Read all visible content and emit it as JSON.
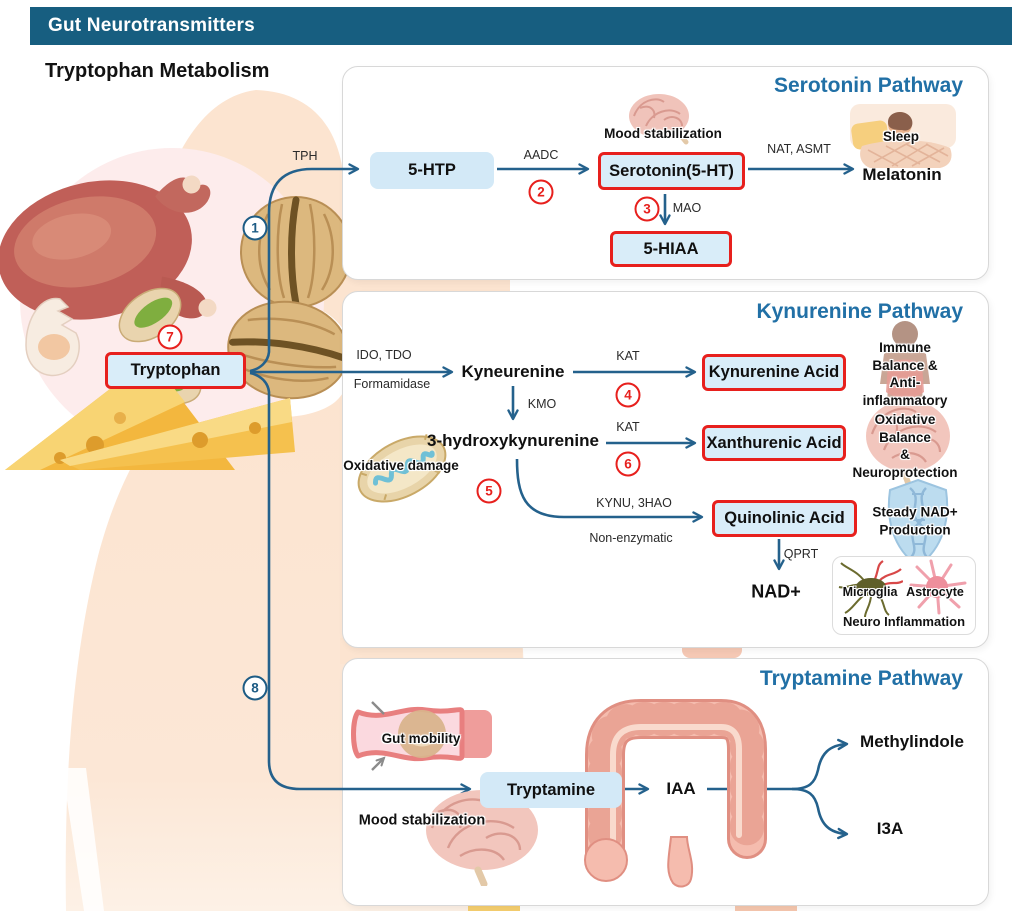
{
  "banner": {
    "title": "Gut Neurotransmitters"
  },
  "page": {
    "title": "Tryptophan Metabolism"
  },
  "colors": {
    "banner_bg": "#175e80",
    "pathway_title_blue": "#2170a6",
    "flow_line_blue": "#24618c",
    "highlight_red": "#e7201d",
    "node_fill_blue": "#d3e9f7"
  },
  "source": {
    "label": "Tryptophan",
    "step": "7"
  },
  "steps": {
    "s1": "1",
    "s2": "2",
    "s3": "3",
    "s4": "4",
    "s5": "5",
    "s6": "6",
    "s7": "7",
    "s8": "8"
  },
  "serotonin": {
    "title": "Serotonin Pathway",
    "enzyme_tph": "TPH",
    "enzyme_aadc": "AADC",
    "enzyme_nat_asmt": "NAT, ASMT",
    "enzyme_mao": "MAO",
    "node_5htp": "5-HTP",
    "node_serotonin": "Serotonin(5-HT)",
    "node_5hiaa": "5-HIAA",
    "node_melatonin": "Melatonin",
    "ann_mood": "Mood stabilization",
    "ann_sleep": "Sleep"
  },
  "kynurenine": {
    "title": "Kynurenine Pathway",
    "enzyme_ido_tdo": "IDO, TDO",
    "enzyme_formamidase": "Formamidase",
    "enzyme_kat_top": "KAT",
    "enzyme_kmo": "KMO",
    "enzyme_kat_mid": "KAT",
    "enzyme_kynu_3hao": "KYNU, 3HAO",
    "enzyme_nonenzymatic": "Non-enzymatic",
    "enzyme_qprt": "QPRT",
    "node_kyneurenine": "Kyneurenine",
    "node_3hydroxykynurenine": "3-hydroxykynurenine",
    "node_kynurenine_acid": "Kynurenine Acid",
    "node_xanthurenic_acid": "Xanthurenic Acid",
    "node_quinolinic_acid": "Quinolinic Acid",
    "node_nad": "NAD+",
    "ann_oxidative_damage": "Oxidative damage",
    "ann_immune_line1": "Immune Balance &",
    "ann_immune_line2": "Anti- inflammatory",
    "ann_oxbalance_line1": "Oxidative Balance",
    "ann_oxbalance_line2": "& Neuroprotection",
    "ann_nad_line1": "Steady NAD+",
    "ann_nad_line2": "Production",
    "card_microglia": "Microglia",
    "card_astrocyte": "Astrocyte",
    "card_neuroinflammation": "Neuro Inflammation"
  },
  "tryptamine": {
    "title": "Tryptamine Pathway",
    "node_tryptamine": "Tryptamine",
    "node_iaa": "IAA",
    "node_methylindole": "Methylindole",
    "node_i3a": "I3A",
    "ann_gut": "Gut mobility",
    "ann_mood": "Mood stabilization"
  }
}
